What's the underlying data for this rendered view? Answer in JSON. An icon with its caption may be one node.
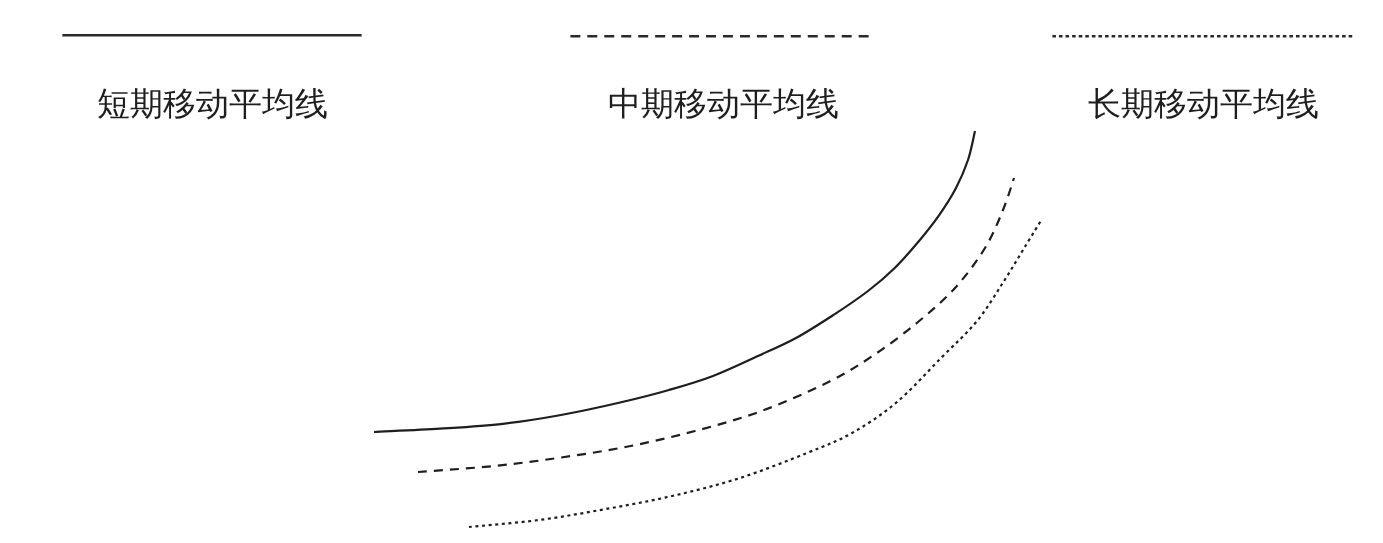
{
  "diagram": {
    "legend": [
      {
        "text": "短期移动平均线"
      },
      {
        "text": "中期移动平均线"
      },
      {
        "text": "长期移动平均线"
      }
    ]
  }
}
